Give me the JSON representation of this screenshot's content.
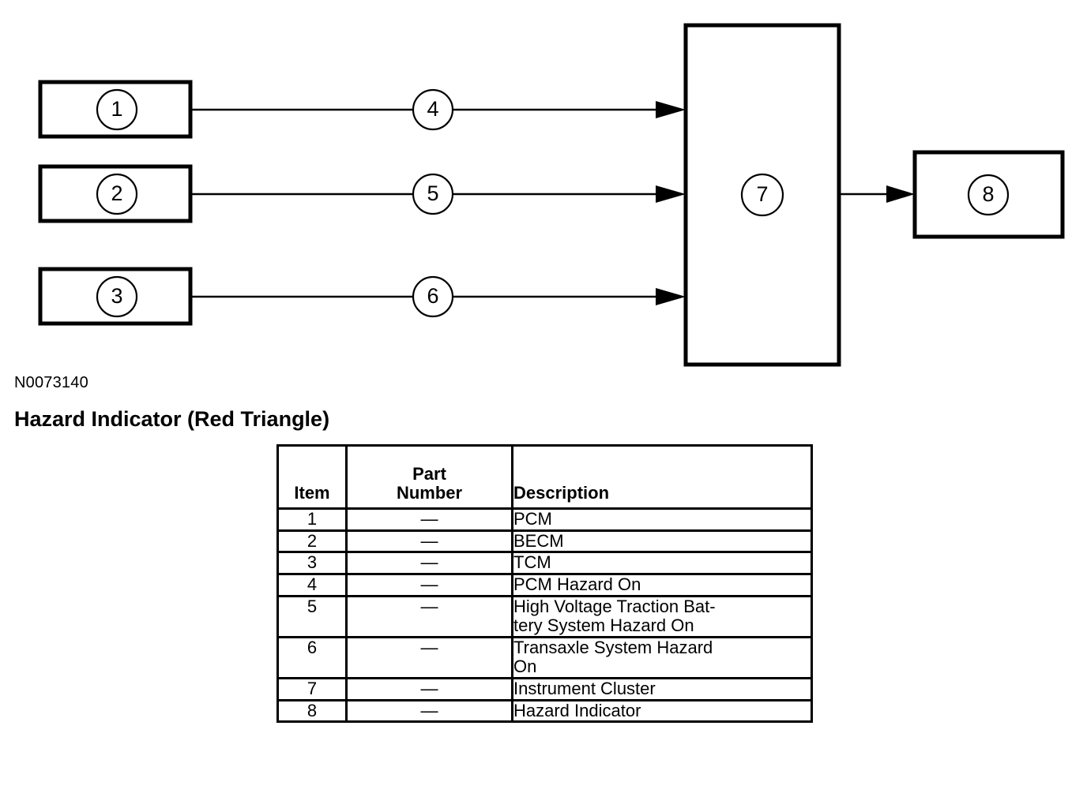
{
  "figure": {
    "id_label": "N0073140",
    "heading": "Hazard Indicator (Red Triangle)",
    "nodes": [
      {
        "callout": "1",
        "name": "pcm-box"
      },
      {
        "callout": "2",
        "name": "becm-box"
      },
      {
        "callout": "3",
        "name": "tcm-box"
      },
      {
        "callout": "7",
        "name": "instrument-cluster-box"
      },
      {
        "callout": "8",
        "name": "hazard-indicator-box"
      }
    ],
    "signals": [
      {
        "callout": "4",
        "name": "pcm-hazard-on-signal"
      },
      {
        "callout": "5",
        "name": "battery-hazard-on-signal"
      },
      {
        "callout": "6",
        "name": "transaxle-hazard-on-signal"
      }
    ],
    "colors": {
      "stroke": "#000000",
      "fill": "#ffffff",
      "text": "#000000"
    }
  },
  "table": {
    "headers": {
      "item": "Item",
      "part_number_line1": "Part",
      "part_number_line2": "Number",
      "description": "Description"
    },
    "rows": [
      {
        "item": "1",
        "part_number": "—",
        "description_lines": [
          "PCM"
        ]
      },
      {
        "item": "2",
        "part_number": "—",
        "description_lines": [
          "BECM"
        ]
      },
      {
        "item": "3",
        "part_number": "—",
        "description_lines": [
          "TCM"
        ]
      },
      {
        "item": "4",
        "part_number": "—",
        "description_lines": [
          "PCM Hazard On"
        ]
      },
      {
        "item": "5",
        "part_number": "—",
        "description_lines": [
          "High Voltage Traction Bat-",
          "tery System Hazard On"
        ]
      },
      {
        "item": "6",
        "part_number": "—",
        "description_lines": [
          "Transaxle System Hazard",
          "On"
        ]
      },
      {
        "item": "7",
        "part_number": "—",
        "description_lines": [
          "Instrument Cluster"
        ]
      },
      {
        "item": "8",
        "part_number": "—",
        "description_lines": [
          "Hazard Indicator"
        ]
      }
    ]
  }
}
